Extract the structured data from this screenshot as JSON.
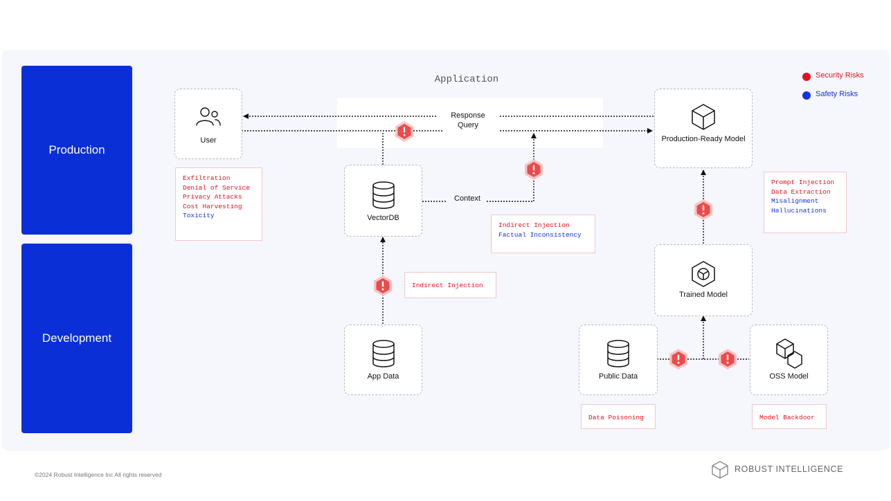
{
  "title": "Application",
  "stages": {
    "production": "Production",
    "development": "Development"
  },
  "legend": {
    "security": {
      "label": "Security Risks",
      "color": "#e0131f"
    },
    "safety": {
      "label": "Safety Risks",
      "color": "#1433e0"
    }
  },
  "nodes": {
    "user": "User",
    "vectordb": "VectorDB",
    "production_model": "Production-Ready Model",
    "trained_model": "Trained Model",
    "app_data": "App Data",
    "public_data": "Public Data",
    "oss_model": "OSS Model"
  },
  "flows": {
    "response": "Response",
    "query": "Query",
    "context": "Context"
  },
  "risks": {
    "user": {
      "security": [
        "Exfiltration",
        "Denial of Service",
        "Privacy Attacks",
        "Cost Harvesting"
      ],
      "safety": [
        "Toxicity"
      ]
    },
    "context": {
      "security": [
        "Indirect Injection"
      ],
      "safety": [
        "Factual Inconsistency"
      ]
    },
    "model": {
      "security": [
        "Prompt Injection",
        "Data Extraction"
      ],
      "safety": [
        "Misalignment",
        "Hallucinations"
      ]
    },
    "app_data": {
      "security": [
        "Indirect Injection"
      ]
    },
    "public_data": {
      "security": [
        "Data Poisoning"
      ]
    },
    "oss_model": {
      "security": [
        "Model Backdoor"
      ]
    }
  },
  "footer": {
    "copyright": "©2024 Robust Intelligence Inc All rights reserved",
    "brand": "ROBUST INTELLIGENCE"
  }
}
